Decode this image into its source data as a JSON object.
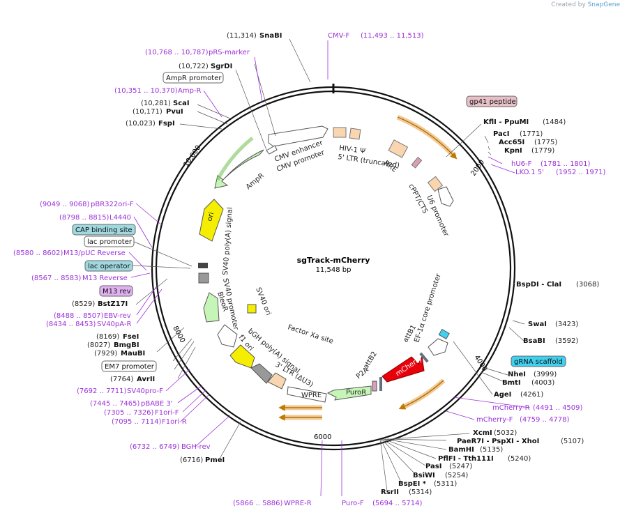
{
  "credit": {
    "prefix": "Created by",
    "brand": "SnapGene"
  },
  "plasmid": {
    "name": "sgTrack-mCherry",
    "size": "11,548 bp"
  },
  "ticks": [
    "2000",
    "4000",
    "6000",
    "8000",
    "10,000"
  ],
  "enzymes": [
    {
      "name": "SnaBI",
      "pos": "(11,314)",
      "side": "left"
    },
    {
      "name": "SgrDI",
      "pos": "(10,722)",
      "side": "left"
    },
    {
      "name": "ScaI",
      "pos": "(10,281)",
      "side": "left"
    },
    {
      "name": "PvuI",
      "pos": "(10,171)",
      "side": "left"
    },
    {
      "name": "FspI",
      "pos": "(10,023)",
      "side": "left"
    },
    {
      "name": "KflI - PpuMI",
      "pos": "(1484)",
      "side": "right"
    },
    {
      "name": "PacI",
      "pos": "(1771)",
      "side": "right"
    },
    {
      "name": "Acc65I",
      "pos": "(1775)",
      "side": "right"
    },
    {
      "name": "KpnI",
      "pos": "(1779)",
      "side": "right"
    },
    {
      "name": "BspDI - ClaI",
      "pos": "(3068)",
      "side": "right"
    },
    {
      "name": "SwaI",
      "pos": "(3423)",
      "side": "right"
    },
    {
      "name": "BsaBI",
      "pos": "(3592)",
      "side": "right"
    },
    {
      "name": "NheI",
      "pos": "(3999)",
      "side": "right"
    },
    {
      "name": "BmtI",
      "pos": "(4003)",
      "side": "right"
    },
    {
      "name": "AgeI",
      "pos": "(4261)",
      "side": "right"
    },
    {
      "name": "XcmI",
      "pos": "(5032)",
      "side": "right"
    },
    {
      "name": "PaeR7I - PspXI - XhoI",
      "pos": "(5107)",
      "side": "right"
    },
    {
      "name": "BamHI",
      "pos": "(5135)",
      "side": "right"
    },
    {
      "name": "PflFI - Tth111I",
      "pos": "(5240)",
      "side": "right"
    },
    {
      "name": "PasI",
      "pos": "(5247)",
      "side": "right"
    },
    {
      "name": "BsiWI",
      "pos": "(5254)",
      "side": "right"
    },
    {
      "name": "BspEI *",
      "pos": "(5311)",
      "side": "right"
    },
    {
      "name": "RsrII",
      "pos": "(5314)",
      "side": "right"
    },
    {
      "name": "PmeI",
      "pos": "(6716)",
      "side": "left"
    },
    {
      "name": "AvrII",
      "pos": "(7764)",
      "side": "left"
    },
    {
      "name": "MauBI",
      "pos": "(7929)",
      "side": "left"
    },
    {
      "name": "BmgBI",
      "pos": "(8027)",
      "side": "left"
    },
    {
      "name": "FseI",
      "pos": "(8169)",
      "side": "left"
    },
    {
      "name": "BstZ17I",
      "pos": "(8529)",
      "side": "left"
    }
  ],
  "primers": [
    {
      "name": "CMV-F",
      "pos": "(11,493 .. 11,513)",
      "side": "right"
    },
    {
      "name": "pRS-marker",
      "pos": "(10,768 .. 10,787)",
      "side": "left"
    },
    {
      "name": "Amp-R",
      "pos": "(10,351 .. 10,370)",
      "side": "left"
    },
    {
      "name": "hU6-F",
      "pos": "(1781 .. 1801)",
      "side": "right"
    },
    {
      "name": "LKO.1 5'",
      "pos": "(1952 .. 1971)",
      "side": "right"
    },
    {
      "name": "mCherry-R",
      "pos": "(4491 .. 4509)",
      "side": "right"
    },
    {
      "name": "mCherry-F",
      "pos": "(4759 .. 4778)",
      "side": "right"
    },
    {
      "name": "Puro-F",
      "pos": "(5694 .. 5714)",
      "side": "right"
    },
    {
      "name": "WPRE-R",
      "pos": "(5866 .. 5886)",
      "side": "left"
    },
    {
      "name": "BGH-rev",
      "pos": "(6732 .. 6749)",
      "side": "left"
    },
    {
      "name": "F1ori-R",
      "pos": "(7095 .. 7114)",
      "side": "left"
    },
    {
      "name": "F1ori-F",
      "pos": "(7305 .. 7326)",
      "side": "left"
    },
    {
      "name": "pBABE 3'",
      "pos": "(7445 .. 7465)",
      "side": "left"
    },
    {
      "name": "SV40pro-F",
      "pos": "(7692 .. 7711)",
      "side": "left"
    },
    {
      "name": "SV40pA-R",
      "pos": "(8434 .. 8453)",
      "side": "left"
    },
    {
      "name": "EBV-rev",
      "pos": "(8488 .. 8507)",
      "side": "left"
    },
    {
      "name": "M13 Reverse",
      "pos": "(8567 .. 8583)",
      "side": "left"
    },
    {
      "name": "M13/pUC Reverse",
      "pos": "(8580 .. 8602)",
      "side": "left"
    },
    {
      "name": "L4440",
      "pos": "(8798 .. 8815)",
      "side": "left"
    },
    {
      "name": "pBR322ori-F",
      "pos": "(9049 .. 9068)",
      "side": "left"
    }
  ],
  "boxed_labels": [
    {
      "name": "gp41 peptide"
    },
    {
      "name": "gRNA scaffold"
    },
    {
      "name": "AmpR promoter"
    },
    {
      "name": "CAP binding site"
    },
    {
      "name": "lac promoter"
    },
    {
      "name": "lac operator"
    },
    {
      "name": "M13 rev"
    },
    {
      "name": "EM7 promoter"
    }
  ],
  "features": [
    {
      "name": "CMV enhancer"
    },
    {
      "name": "CMV promoter"
    },
    {
      "name": "HIV-1 Ψ"
    },
    {
      "name": "5' LTR (truncated)"
    },
    {
      "name": "RRE"
    },
    {
      "name": "cPPT/CTS"
    },
    {
      "name": "U6 promoter"
    },
    {
      "name": "AmpR"
    },
    {
      "name": "ori"
    },
    {
      "name": "SV40 poly(A) signal"
    },
    {
      "name": "SV40 promoter"
    },
    {
      "name": "BleoR"
    },
    {
      "name": "SV40 ori"
    },
    {
      "name": "f1 ori"
    },
    {
      "name": "bGH poly(A) signal"
    },
    {
      "name": "3' LTR (ΔU3)"
    },
    {
      "name": "Factor Xa site"
    },
    {
      "name": "WPRE"
    },
    {
      "name": "PuroR"
    },
    {
      "name": "P2A"
    },
    {
      "name": "attB2"
    },
    {
      "name": "attB1"
    },
    {
      "name": "mCherry"
    },
    {
      "name": "EF-1α core promoter"
    }
  ],
  "colors": {
    "primer": "#9b30d9",
    "ampr": "#c6f5b8",
    "ori": "#f5ee00",
    "mcherry": "#e8000b",
    "ltr": "#f9d6b0",
    "orf_highlight": "#f0b060",
    "gp41": "#e8c0c8",
    "grna": "#40d0f0",
    "cap": "#a0d8e0"
  }
}
